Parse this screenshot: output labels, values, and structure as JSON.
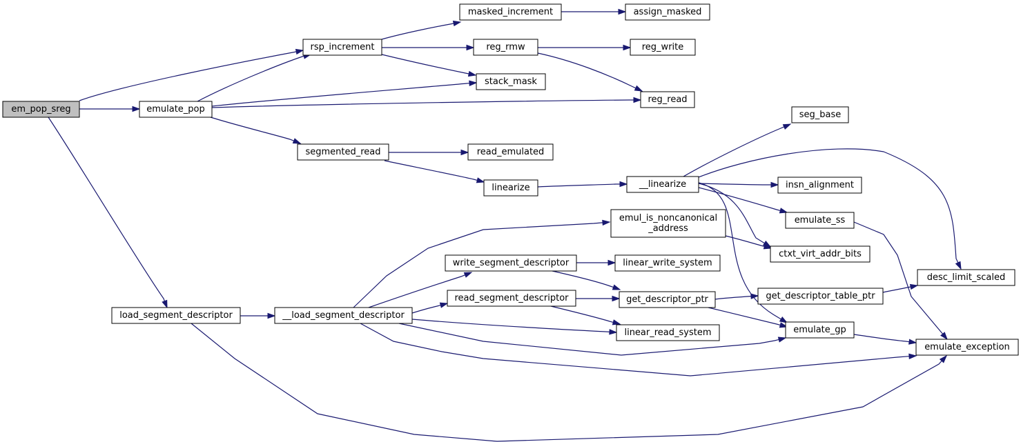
{
  "graph": {
    "edge_color": "#191970",
    "root_fill": "#bfbfbf",
    "nodes": [
      {
        "id": "em_pop_sreg",
        "lines": [
          "em_pop_sreg"
        ],
        "root": true
      },
      {
        "id": "emulate_pop",
        "lines": [
          "emulate_pop"
        ]
      },
      {
        "id": "rsp_increment",
        "lines": [
          "rsp_increment"
        ]
      },
      {
        "id": "load_segment_descriptor",
        "lines": [
          "load_segment_descriptor"
        ]
      },
      {
        "id": "masked_increment",
        "lines": [
          "masked_increment"
        ]
      },
      {
        "id": "assign_masked",
        "lines": [
          "assign_masked"
        ]
      },
      {
        "id": "reg_rmw",
        "lines": [
          "reg_rmw"
        ]
      },
      {
        "id": "reg_write",
        "lines": [
          "reg_write"
        ]
      },
      {
        "id": "stack_mask",
        "lines": [
          "stack_mask"
        ]
      },
      {
        "id": "reg_read",
        "lines": [
          "reg_read"
        ]
      },
      {
        "id": "segmented_read",
        "lines": [
          "segmented_read"
        ]
      },
      {
        "id": "read_emulated",
        "lines": [
          "read_emulated"
        ]
      },
      {
        "id": "linearize",
        "lines": [
          "linearize"
        ]
      },
      {
        "id": "__linearize",
        "lines": [
          "__linearize"
        ]
      },
      {
        "id": "seg_base",
        "lines": [
          "seg_base"
        ]
      },
      {
        "id": "insn_alignment",
        "lines": [
          "insn_alignment"
        ]
      },
      {
        "id": "emulate_ss",
        "lines": [
          "emulate_ss"
        ]
      },
      {
        "id": "ctxt_virt_addr_bits",
        "lines": [
          "ctxt_virt_addr_bits"
        ]
      },
      {
        "id": "desc_limit_scaled",
        "lines": [
          "desc_limit_scaled"
        ]
      },
      {
        "id": "emulate_gp",
        "lines": [
          "emulate_gp"
        ]
      },
      {
        "id": "emulate_exception",
        "lines": [
          "emulate_exception"
        ]
      },
      {
        "id": "__load_segment_descriptor",
        "lines": [
          "__load_segment_descriptor"
        ]
      },
      {
        "id": "emul_is_noncanonical_address",
        "lines": [
          "emul_is_noncanonical",
          "_address"
        ]
      },
      {
        "id": "write_segment_descriptor",
        "lines": [
          "write_segment_descriptor"
        ]
      },
      {
        "id": "read_segment_descriptor",
        "lines": [
          "read_segment_descriptor"
        ]
      },
      {
        "id": "linear_write_system",
        "lines": [
          "linear_write_system"
        ]
      },
      {
        "id": "get_descriptor_ptr",
        "lines": [
          "get_descriptor_ptr"
        ]
      },
      {
        "id": "linear_read_system",
        "lines": [
          "linear_read_system"
        ]
      },
      {
        "id": "get_descriptor_table_ptr",
        "lines": [
          "get_descriptor_table_ptr"
        ]
      }
    ],
    "edges": [
      {
        "from": "em_pop_sreg",
        "to": "rsp_increment"
      },
      {
        "from": "em_pop_sreg",
        "to": "emulate_pop"
      },
      {
        "from": "em_pop_sreg",
        "to": "load_segment_descriptor"
      },
      {
        "from": "emulate_pop",
        "to": "rsp_increment"
      },
      {
        "from": "emulate_pop",
        "to": "stack_mask"
      },
      {
        "from": "emulate_pop",
        "to": "reg_read"
      },
      {
        "from": "emulate_pop",
        "to": "segmented_read"
      },
      {
        "from": "rsp_increment",
        "to": "masked_increment"
      },
      {
        "from": "rsp_increment",
        "to": "reg_rmw"
      },
      {
        "from": "rsp_increment",
        "to": "stack_mask"
      },
      {
        "from": "masked_increment",
        "to": "assign_masked"
      },
      {
        "from": "reg_rmw",
        "to": "reg_write"
      },
      {
        "from": "reg_rmw",
        "to": "reg_read"
      },
      {
        "from": "segmented_read",
        "to": "read_emulated"
      },
      {
        "from": "segmented_read",
        "to": "linearize"
      },
      {
        "from": "linearize",
        "to": "__linearize"
      },
      {
        "from": "__linearize",
        "to": "seg_base"
      },
      {
        "from": "__linearize",
        "to": "desc_limit_scaled"
      },
      {
        "from": "__linearize",
        "to": "insn_alignment"
      },
      {
        "from": "__linearize",
        "to": "emulate_ss"
      },
      {
        "from": "__linearize",
        "to": "ctxt_virt_addr_bits"
      },
      {
        "from": "__linearize",
        "to": "emulate_gp"
      },
      {
        "from": "emulate_ss",
        "to": "emulate_exception"
      },
      {
        "from": "emul_is_noncanonical_address",
        "to": "ctxt_virt_addr_bits"
      },
      {
        "from": "load_segment_descriptor",
        "to": "__load_segment_descriptor"
      },
      {
        "from": "load_segment_descriptor",
        "to": "emulate_exception"
      },
      {
        "from": "__load_segment_descriptor",
        "to": "emul_is_noncanonical_address"
      },
      {
        "from": "__load_segment_descriptor",
        "to": "write_segment_descriptor"
      },
      {
        "from": "__load_segment_descriptor",
        "to": "read_segment_descriptor"
      },
      {
        "from": "__load_segment_descriptor",
        "to": "linear_read_system"
      },
      {
        "from": "__load_segment_descriptor",
        "to": "emulate_gp"
      },
      {
        "from": "__load_segment_descriptor",
        "to": "emulate_exception"
      },
      {
        "from": "write_segment_descriptor",
        "to": "linear_write_system"
      },
      {
        "from": "write_segment_descriptor",
        "to": "get_descriptor_ptr"
      },
      {
        "from": "read_segment_descriptor",
        "to": "get_descriptor_ptr"
      },
      {
        "from": "read_segment_descriptor",
        "to": "linear_read_system"
      },
      {
        "from": "get_descriptor_ptr",
        "to": "get_descriptor_table_ptr"
      },
      {
        "from": "get_descriptor_ptr",
        "to": "emulate_gp"
      },
      {
        "from": "get_descriptor_table_ptr",
        "to": "desc_limit_scaled"
      },
      {
        "from": "emulate_gp",
        "to": "emulate_exception"
      }
    ]
  }
}
